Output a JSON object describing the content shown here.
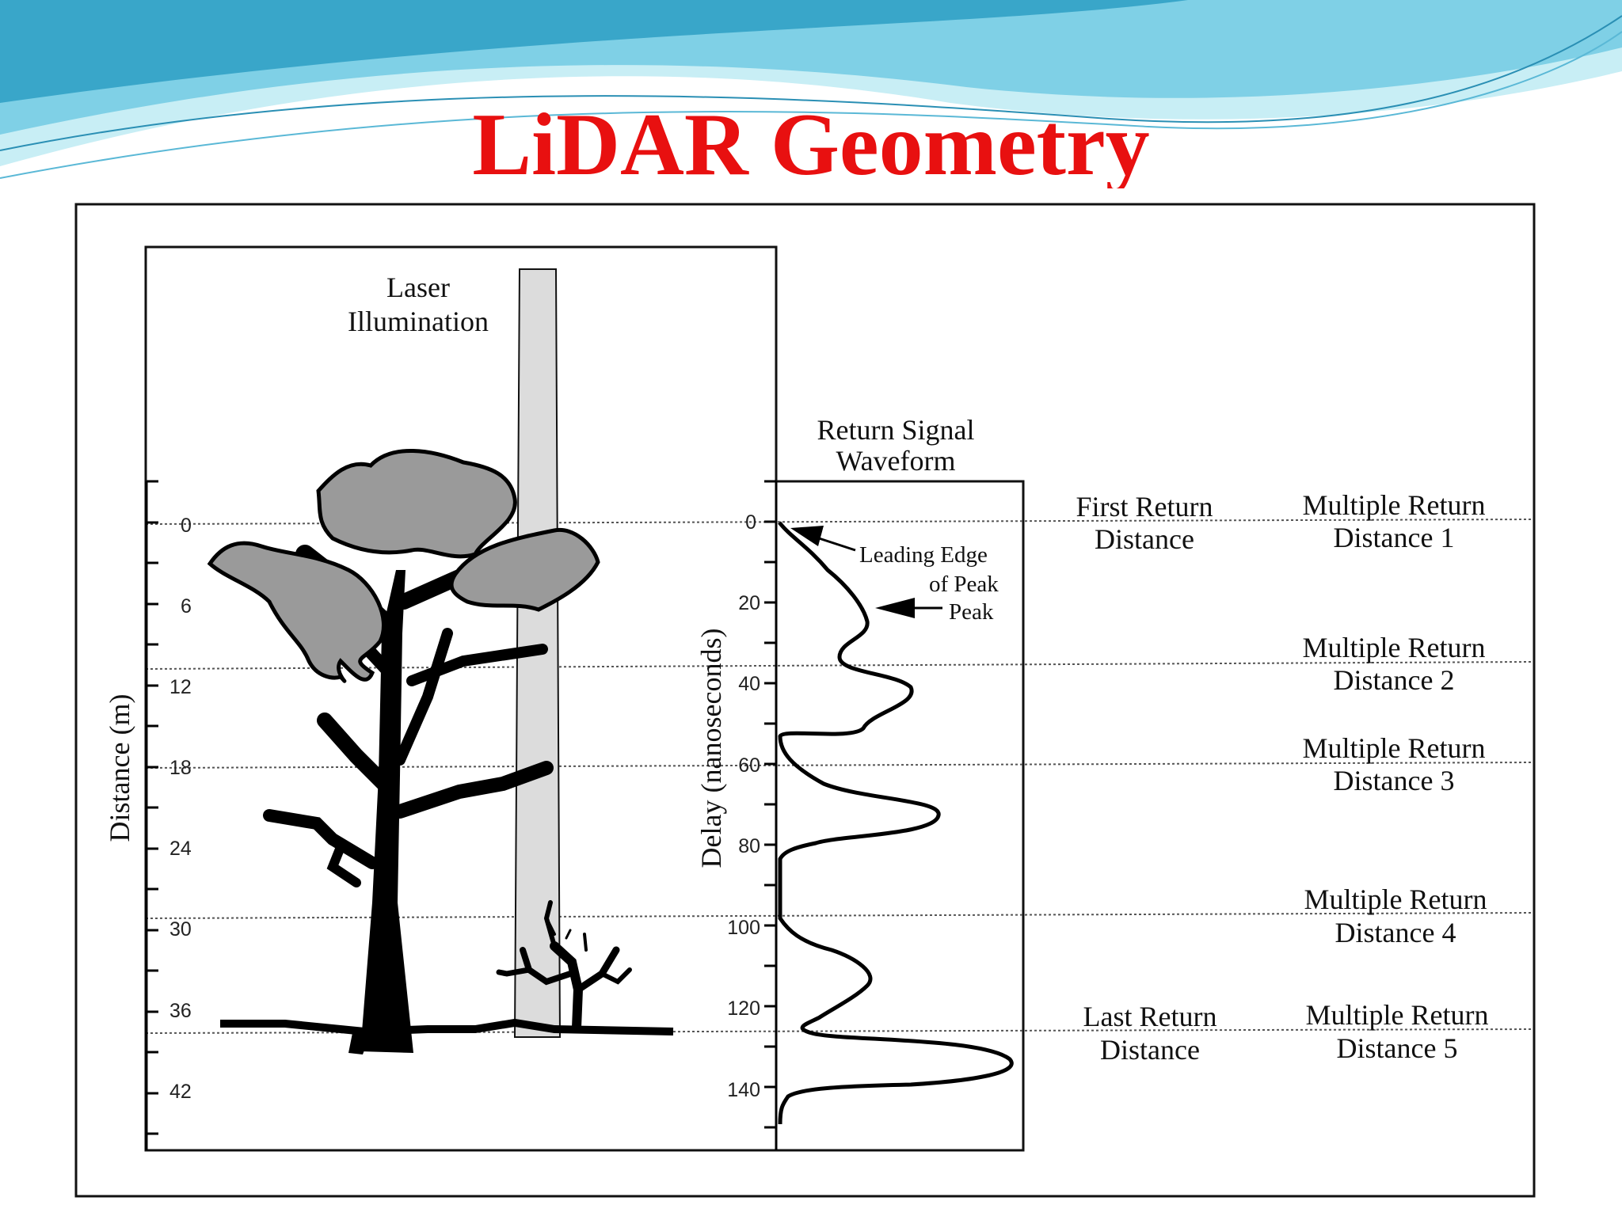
{
  "slide": {
    "title": "LiDAR Geometry",
    "colors": {
      "title": "#e81010",
      "wave_light": "#c8eef5",
      "wave_mid": "#7fd0e6",
      "wave_dark": "#39a6c9"
    }
  },
  "diagram": {
    "laser_label": [
      "Laser",
      "Illumination"
    ],
    "waveform_label": [
      "Return Signal",
      "Waveform"
    ],
    "distance_axis": {
      "title": "Distance (m)",
      "ticks": [
        "0",
        "6",
        "12",
        "18",
        "24",
        "30",
        "36",
        "42"
      ]
    },
    "delay_axis": {
      "title": "Delay (nanoseconds)",
      "ticks": [
        "0",
        "20",
        "40",
        "60",
        "80",
        "100",
        "120",
        "140"
      ]
    },
    "annotations": {
      "leading_edge": [
        "Leading Edge",
        "of Peak"
      ],
      "peak": "Peak"
    },
    "returns": {
      "first": [
        "First Return",
        "Distance"
      ],
      "last": [
        "Last Return",
        "Distance"
      ],
      "multiple": [
        [
          "Multiple Return",
          "Distance 1"
        ],
        [
          "Multiple Return",
          "Distance 2"
        ],
        [
          "Multiple Return",
          "Distance 3"
        ],
        [
          "Multiple Return",
          "Distance 4"
        ],
        [
          "Multiple Return",
          "Distance 5"
        ]
      ]
    }
  }
}
